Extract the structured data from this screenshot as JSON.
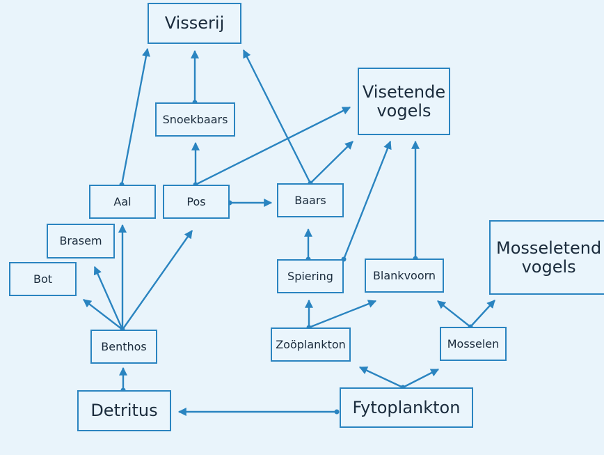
{
  "diagram": {
    "title": "Voedselweb",
    "type": "food-web",
    "colors": {
      "line": "#2a84c0",
      "background": "#e9f4fb",
      "text": "#1a2b3c"
    },
    "nodes": [
      {
        "id": "visserij",
        "label": "Visserij"
      },
      {
        "id": "snoekbaars",
        "label": "Snoekbaars"
      },
      {
        "id": "visetende_vogels",
        "label": "Visetende\nvogels"
      },
      {
        "id": "aal",
        "label": "Aal"
      },
      {
        "id": "pos",
        "label": "Pos"
      },
      {
        "id": "baars",
        "label": "Baars"
      },
      {
        "id": "brasem",
        "label": "Brasem"
      },
      {
        "id": "bot",
        "label": "Bot"
      },
      {
        "id": "spiering",
        "label": "Spiering"
      },
      {
        "id": "blankvoorn",
        "label": "Blankvoorn"
      },
      {
        "id": "mosseletende_vogels",
        "label": "Mosseletend\nvogels"
      },
      {
        "id": "benthos",
        "label": "Benthos"
      },
      {
        "id": "zooplankton",
        "label": "Zoöplankton"
      },
      {
        "id": "mosselen",
        "label": "Mosselen"
      },
      {
        "id": "detritus",
        "label": "Detritus"
      },
      {
        "id": "fytoplankton",
        "label": "Fytoplankton"
      }
    ],
    "edges": [
      {
        "from": "aal",
        "to": "visserij"
      },
      {
        "from": "snoekbaars",
        "to": "visserij"
      },
      {
        "from": "baars",
        "to": "visserij"
      },
      {
        "from": "pos",
        "to": "snoekbaars"
      },
      {
        "from": "pos",
        "to": "visetende_vogels"
      },
      {
        "from": "pos",
        "to": "baars"
      },
      {
        "from": "baars",
        "to": "visetende_vogels"
      },
      {
        "from": "spiering",
        "to": "visetende_vogels"
      },
      {
        "from": "blankvoorn",
        "to": "visetende_vogels"
      },
      {
        "from": "spiering",
        "to": "baars"
      },
      {
        "from": "benthos",
        "to": "aal"
      },
      {
        "from": "benthos",
        "to": "pos"
      },
      {
        "from": "benthos",
        "to": "brasem"
      },
      {
        "from": "benthos",
        "to": "bot"
      },
      {
        "from": "zooplankton",
        "to": "spiering"
      },
      {
        "from": "zooplankton",
        "to": "blankvoorn"
      },
      {
        "from": "mosselen",
        "to": "blankvoorn"
      },
      {
        "from": "mosselen",
        "to": "mosseletende_vogels"
      },
      {
        "from": "detritus",
        "to": "benthos"
      },
      {
        "from": "fytoplankton",
        "to": "zooplankton"
      },
      {
        "from": "fytoplankton",
        "to": "mosselen"
      },
      {
        "from": "fytoplankton",
        "to": "detritus"
      }
    ]
  }
}
